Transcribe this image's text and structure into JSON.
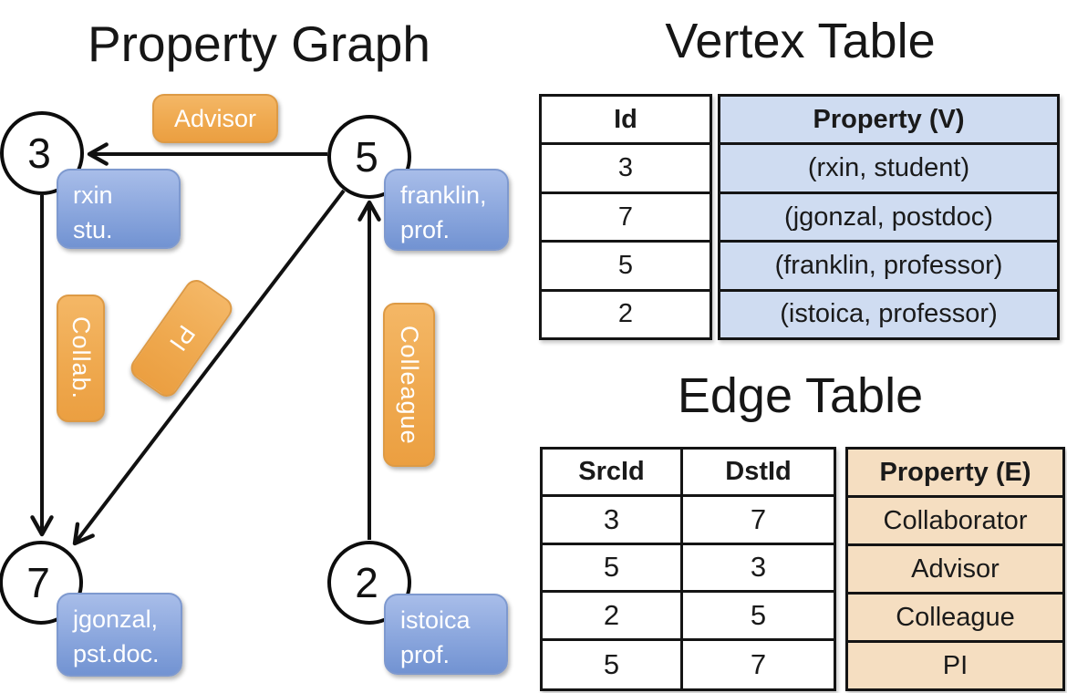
{
  "titles": {
    "graph": "Property Graph",
    "vertex_table": "Vertex Table",
    "edge_table": "Edge Table"
  },
  "graph": {
    "nodes": {
      "n3": {
        "id": "3",
        "line1": "rxin",
        "line2": "stu."
      },
      "n5": {
        "id": "5",
        "line1": "franklin,",
        "line2": "prof."
      },
      "n7": {
        "id": "7",
        "line1": "jgonzal,",
        "line2": "pst.doc."
      },
      "n2": {
        "id": "2",
        "line1": "istoica",
        "line2": "prof."
      }
    },
    "edge_labels": {
      "advisor": "Advisor",
      "collab": "Collab.",
      "pi": "PI",
      "colleague": "Colleague"
    }
  },
  "vertex_table": {
    "columns": {
      "id": "Id",
      "property": "Property (V)"
    },
    "rows": [
      {
        "id": "3",
        "property": "(rxin, student)"
      },
      {
        "id": "7",
        "property": "(jgonzal, postdoc)"
      },
      {
        "id": "5",
        "property": "(franklin, professor)"
      },
      {
        "id": "2",
        "property": "(istoica, professor)"
      }
    ]
  },
  "edge_table": {
    "columns": {
      "src": "SrcId",
      "dst": "DstId",
      "property": "Property (E)"
    },
    "rows": [
      {
        "src": "3",
        "dst": "7",
        "property": "Collaborator"
      },
      {
        "src": "5",
        "dst": "3",
        "property": "Advisor"
      },
      {
        "src": "2",
        "dst": "5",
        "property": "Colleague"
      },
      {
        "src": "5",
        "dst": "7",
        "property": "PI"
      }
    ]
  },
  "colors": {
    "vertex_property_fill": "#CFDCF1",
    "edge_property_fill": "#F5DEC1",
    "node_label_blue_top": "#A8BDE9",
    "node_label_blue_bottom": "#7293D2",
    "edge_label_orange_top": "#F4B766",
    "edge_label_orange_bottom": "#EB9F41",
    "table_border": "#141414",
    "edge_line": "#111111"
  }
}
